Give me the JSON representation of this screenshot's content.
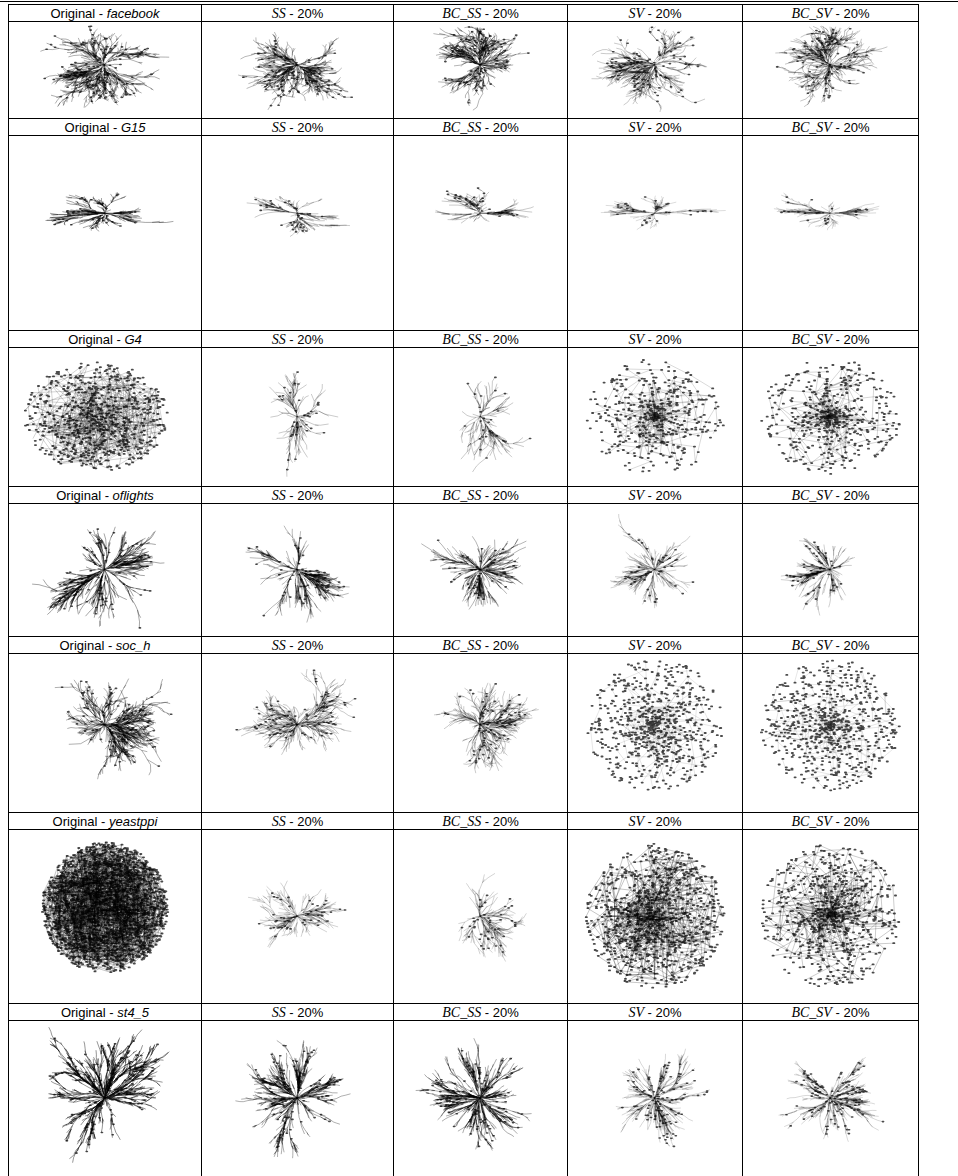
{
  "diagram": {
    "labels": [
      "Original - facebook",
      "SS - 20%",
      "BC_SS - 20%",
      "SV - 20%",
      "BC_SV - 20%",
      "Original - G15",
      "SS - 20%",
      "BC_SS - 20%",
      "SV - 20%",
      "BC_SV - 20%",
      "Original - G4",
      "SS - 20%",
      "BC_SS - 20%",
      "SV - 20%",
      "BC_SV - 20%",
      "Original - oflights",
      "SS - 20%",
      "BC_SS - 20%",
      "SV - 20%",
      "BC_SV - 20%",
      "Original - soc_h",
      "SS - 20%",
      "BC_SS - 20%",
      "SV - 20%",
      "BC_SV - 20%",
      "Original - yeastppi",
      "SS - 20%",
      "BC_SS - 20%",
      "SV - 20%",
      "BC_SV - 20%",
      "Original - st4_5",
      "SS - 20%",
      "BC_SS - 20%",
      "SV - 20%",
      "BC_SV - 20%"
    ]
  }
}
